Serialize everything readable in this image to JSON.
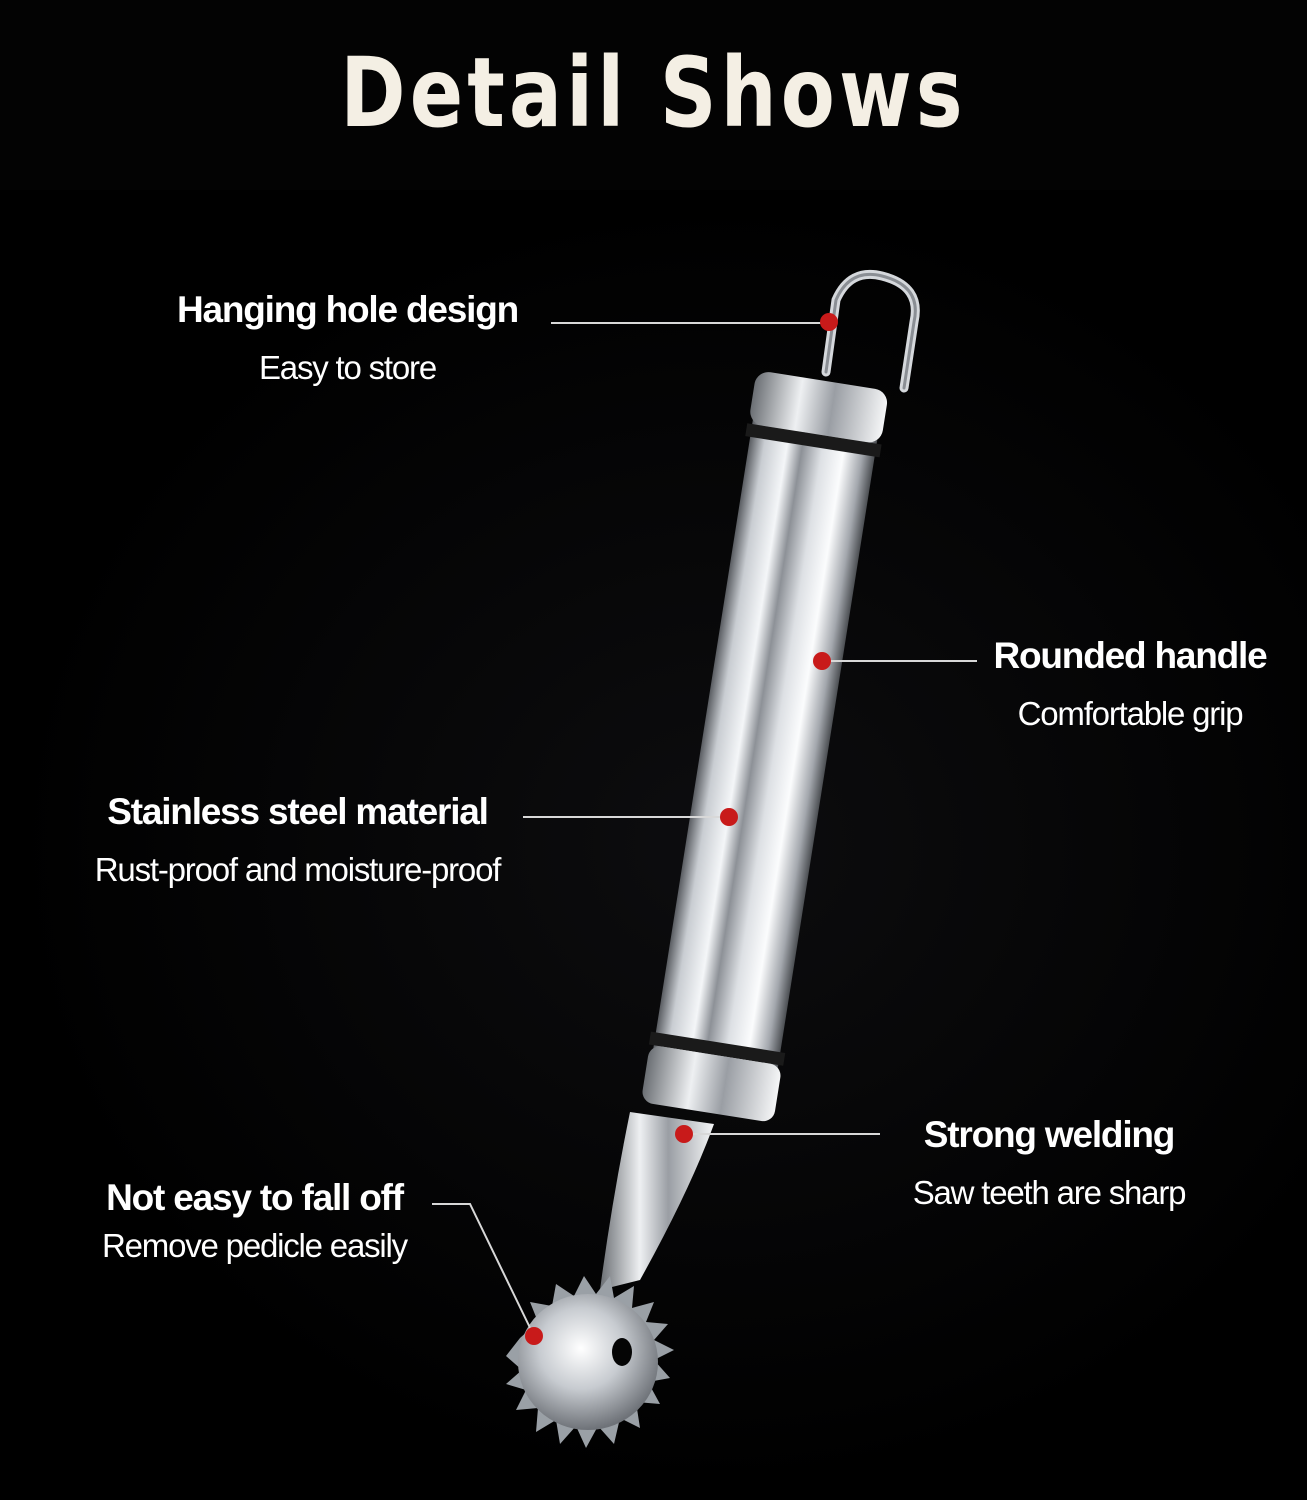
{
  "header": {
    "title": "Detail Shows"
  },
  "colors": {
    "background": "#000000",
    "title_text": "#f4efe4",
    "label_text": "#ffffff",
    "marker_dot": "#c81a1a",
    "leader_line": "#d8d8d8"
  },
  "callouts": [
    {
      "title": "Hanging hole design",
      "subtitle": "Easy to store"
    },
    {
      "title": "Rounded handle",
      "subtitle": "Comfortable grip"
    },
    {
      "title": "Stainless steel material",
      "subtitle": "Rust-proof and moisture-proof"
    },
    {
      "title": "Strong welding",
      "subtitle": "Saw teeth are sharp"
    },
    {
      "title": "Not easy to fall off",
      "subtitle": "Remove pedicle easily"
    }
  ]
}
